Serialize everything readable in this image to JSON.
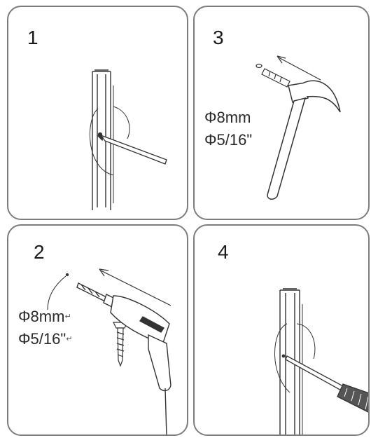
{
  "panels": [
    {
      "step": "1"
    },
    {
      "step": "3",
      "spec": [
        "Φ8mm",
        "Φ5/16\""
      ]
    },
    {
      "step": "2",
      "spec": [
        "Φ8mm",
        "Φ5/16\""
      ],
      "return_mark": "↵"
    },
    {
      "step": "4"
    }
  ],
  "icons": [
    "pencil-icon",
    "hammer-icon",
    "wall-plug-icon",
    "drill-icon",
    "screw-icon",
    "screwdriver-icon",
    "profile-rail-icon"
  ]
}
